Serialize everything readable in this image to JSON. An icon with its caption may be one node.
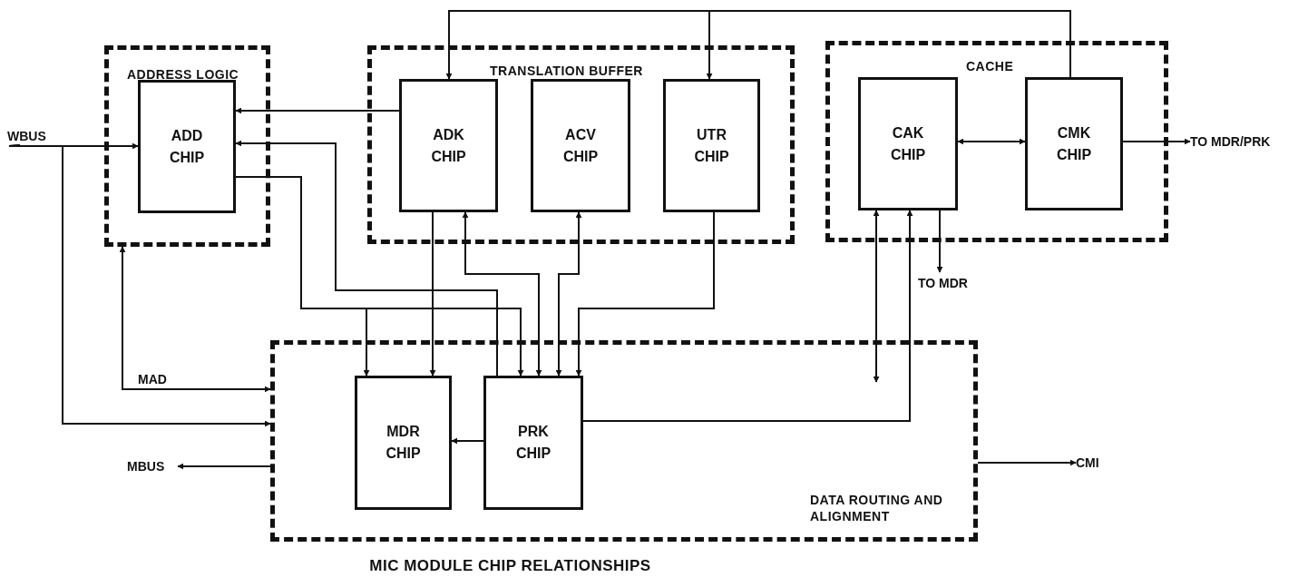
{
  "diagram": {
    "caption": "MIC MODULE CHIP RELATIONSHIPS",
    "nodes": [
      {
        "text": [
          "ADDRESS LOGIC"
        ]
      },
      {
        "text": [
          "ADD CHIP"
        ],
        "in": 0
      },
      {
        "text": [
          "TRANSLATION BUFFER"
        ]
      },
      {
        "text": [
          "ADK CHIP"
        ],
        "in": 2
      },
      {
        "text": [
          "ACV CHIP"
        ],
        "in": 2
      },
      {
        "text": [
          "UTR CHIP"
        ],
        "in": 2
      },
      {
        "text": [
          "CACHE"
        ]
      },
      {
        "text": [
          "CAK CHIP"
        ],
        "in": 6
      },
      {
        "text": [
          "CMK CHIP"
        ],
        "in": 6
      },
      {
        "text": [
          "DATA ROUTING AND ALIGNMENT"
        ]
      },
      {
        "text": [
          "MDR CHIP"
        ],
        "in": 9
      },
      {
        "text": [
          "PRK CHIP"
        ],
        "in": 9
      },
      {
        "text": [
          "WBUS"
        ]
      },
      {
        "text": [
          "MBUS"
        ]
      },
      {
        "text": [
          "TO MDR"
        ]
      },
      {
        "text": [
          "TO MDR/PRK"
        ]
      },
      {
        "text": [
          "CMI"
        ]
      }
    ],
    "edges": [
      {
        "from": 12,
        "to": 1,
        "arrow": "to"
      },
      {
        "from": 12,
        "to": 9,
        "arrow": "to"
      },
      {
        "from": 9,
        "to": 0,
        "arrow": "both",
        "label": "MAD"
      },
      {
        "from": 9,
        "to": 13,
        "arrow": "to"
      },
      {
        "from": 3,
        "to": 1,
        "arrow": "to"
      },
      {
        "from": 11,
        "to": 1,
        "arrow": "to"
      },
      {
        "from": 1,
        "to": 10,
        "arrow": "to"
      },
      {
        "from": 1,
        "to": 11,
        "arrow": "to"
      },
      {
        "from": 3,
        "to": 10,
        "arrow": "to"
      },
      {
        "from": 3,
        "to": 11,
        "arrow": "both"
      },
      {
        "from": 4,
        "to": 11,
        "arrow": "both"
      },
      {
        "from": 5,
        "to": 11,
        "arrow": "to"
      },
      {
        "from": 8,
        "to": 3,
        "arrow": "to"
      },
      {
        "from": 8,
        "to": 5,
        "arrow": "to"
      },
      {
        "from": 7,
        "to": 8,
        "arrow": "both"
      },
      {
        "from": 8,
        "to": 15,
        "arrow": "to"
      },
      {
        "from": 7,
        "to": 14,
        "arrow": "to"
      },
      {
        "from": 9,
        "to": 7,
        "arrow": "both"
      },
      {
        "from": 11,
        "to": 7,
        "arrow": "to"
      },
      {
        "from": 11,
        "to": 10,
        "arrow": "to"
      },
      {
        "from": 9,
        "to": 16,
        "arrow": "to"
      }
    ]
  }
}
